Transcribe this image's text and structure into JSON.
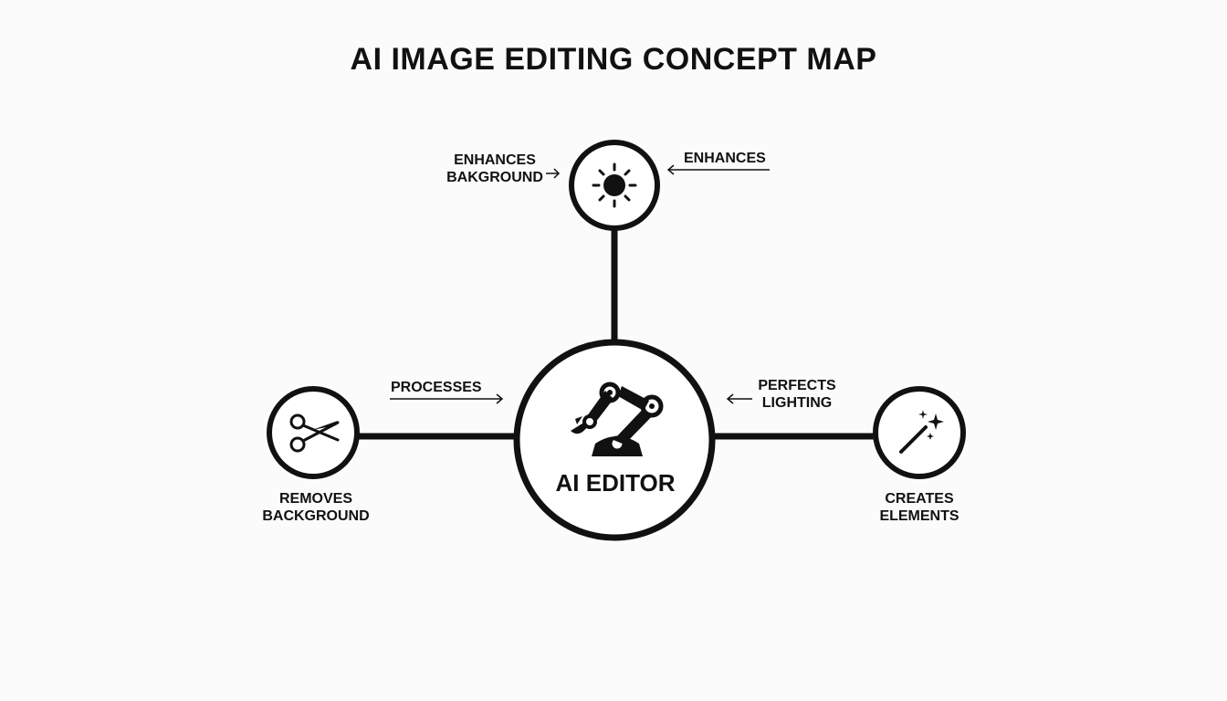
{
  "title": "AI IMAGE EDITING CONCEPT MAP",
  "center": {
    "label": "AI EDITOR",
    "icon": "robot-arm-icon"
  },
  "nodes": {
    "top": {
      "icon": "sun-icon"
    },
    "left": {
      "icon": "scissors-icon",
      "caption_line1": "REMOVES",
      "caption_line2": "BACKGROUND"
    },
    "right": {
      "icon": "magic-wand-icon",
      "caption_line1": "CREATES",
      "caption_line2": "ELEMENTS"
    }
  },
  "edge_labels": {
    "top_left_line1": "ENHANCES",
    "top_left_line2": "BAKGROUND",
    "top_right": "ENHANCES",
    "left": "PROCESSES",
    "right_line1": "PERFECTS",
    "right_line2": "LIGHTING"
  },
  "colors": {
    "stroke": "#111111",
    "background": "#fbfbfb"
  }
}
